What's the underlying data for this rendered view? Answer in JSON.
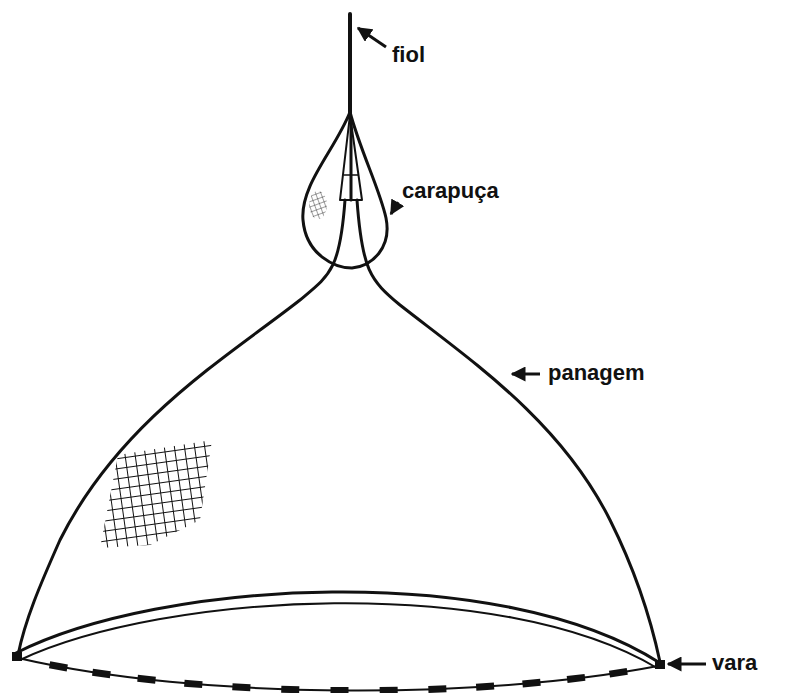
{
  "diagram": {
    "labels": [
      "fiol",
      "carapuça",
      "panagem",
      "vara"
    ]
  }
}
